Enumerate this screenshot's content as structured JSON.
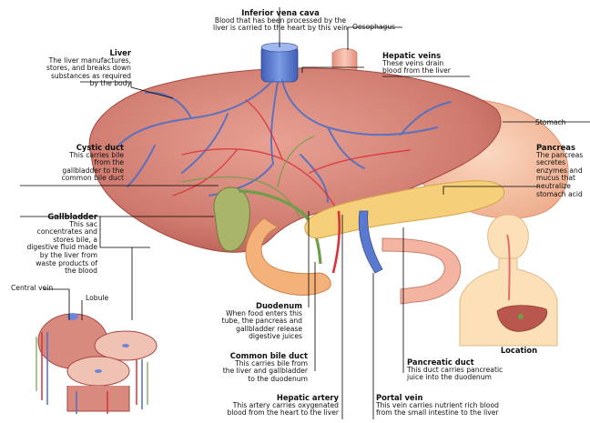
{
  "labels": {
    "ivc": {
      "title": "Inferior vena cava",
      "desc": "Blood that has been processed by the\nliver is carried to the heart by this vein"
    },
    "oesophagus": {
      "title": "Oesophagus"
    },
    "liver": {
      "title": "Liver",
      "desc": "The liver manufactures,\nstores, and breaks down\nsubstances as required\nby the body"
    },
    "hepatic_veins": {
      "title": "Hepatic veins",
      "desc": "These veins drain\nblood from the liver"
    },
    "stomach": {
      "title": "Stomach"
    },
    "cystic_duct": {
      "title": "Cystic duct",
      "desc": "This carries bile\nfrom the\ngallbladder to the\ncommon bile duct"
    },
    "pancreas": {
      "title": "Pancreas",
      "desc": "The pancreas\nsecretes\nenzymes and\nmucus that\nneutralize\nstomach acid"
    },
    "gallbladder": {
      "title": "Gallbladder",
      "desc": "This sac\nconcentrates and\nstores bile, a\ndigestive fluid made\nby the liver from\nwaste products of\nthe blood"
    },
    "central_vein": {
      "title": "Central vein"
    },
    "lobule": {
      "title": "Lobule"
    },
    "duodenum": {
      "title": "Duodenum",
      "desc": "When food enters this\ntube, the pancreas and\ngallbladder release\ndigestive juices"
    },
    "location": {
      "title": "Location"
    },
    "common_bile_duct": {
      "title": "Common bile duct",
      "desc": "This carries bile from\nthe liver and gallbladder\nto the duodenum"
    },
    "pancreatic_duct": {
      "title": "Pancreatic duct",
      "desc": "This duct carries pancreatic\njuice into the duodenum"
    },
    "hepatic_artery": {
      "title": "Hepatic artery",
      "desc": "This artery carries oxygenated\nblood from the heart to the liver"
    },
    "portal_vein": {
      "title": "Portal vein",
      "desc": "This vein carries nutrient rich blood\nfrom the small intestine to the liver"
    }
  },
  "colors": {
    "liver": "#d98a7e",
    "liver_dark": "#b9564e",
    "stomach": "#f6c4a8",
    "pancreas": "#f5cf7a",
    "gallbladder": "#a9b56a",
    "vein": "#4f6fc4",
    "artery": "#d8333a",
    "bile": "#6f9e4a",
    "leader": "#000000"
  }
}
